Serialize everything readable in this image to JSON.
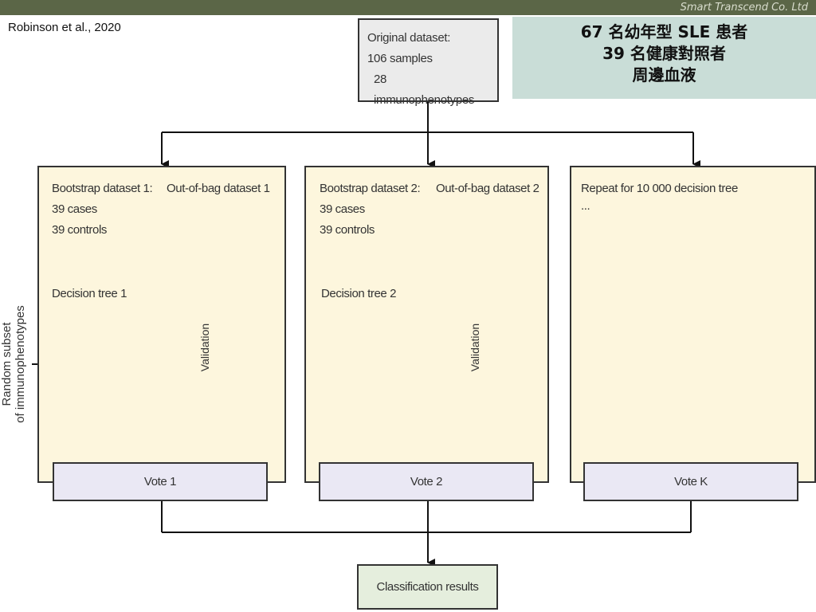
{
  "header": {
    "brand": "Smart Transcend Co. Ltd",
    "citation": "Robinson et al., 2020"
  },
  "info_box": {
    "line1": "67 名幼年型 SLE 患者",
    "line2": "39 名健康對照者",
    "line3": "周邊血液"
  },
  "original": {
    "title": "Original dataset:",
    "samples": "106 samples",
    "phenotypes": "28 immunophenotypes"
  },
  "panels": [
    {
      "bootstrap": "Bootstrap dataset 1:",
      "oob": "Out-of-bag dataset 1",
      "cases": "39 cases",
      "controls": "39 controls",
      "tree": "Decision tree 1",
      "validation": "Validation",
      "vote": "Vote 1"
    },
    {
      "bootstrap": "Bootstrap dataset 2:",
      "oob": "Out-of-bag dataset 2",
      "cases": "39 cases",
      "controls": "39 controls",
      "tree": "Decision tree 2",
      "validation": "Validation",
      "vote": "Vote 2"
    },
    {
      "repeat": "Repeat for 10 000 decision tree",
      "ellipsis": "...",
      "vote": "Vote K"
    }
  ],
  "side_label": {
    "line1": "Random subset",
    "line2": "of immunophenotypes"
  },
  "result": {
    "label": "Classification results"
  },
  "colors": {
    "topbar": "#5b6647",
    "info": "#c9ddd7",
    "panel": "#fdf6dd",
    "vote": "#eae8f4",
    "result": "#e5eedd",
    "node_red": "#e8211e",
    "node_green": "#5aa83a",
    "node_yellow": "#f5d800",
    "node_purple": "#9061b8"
  }
}
